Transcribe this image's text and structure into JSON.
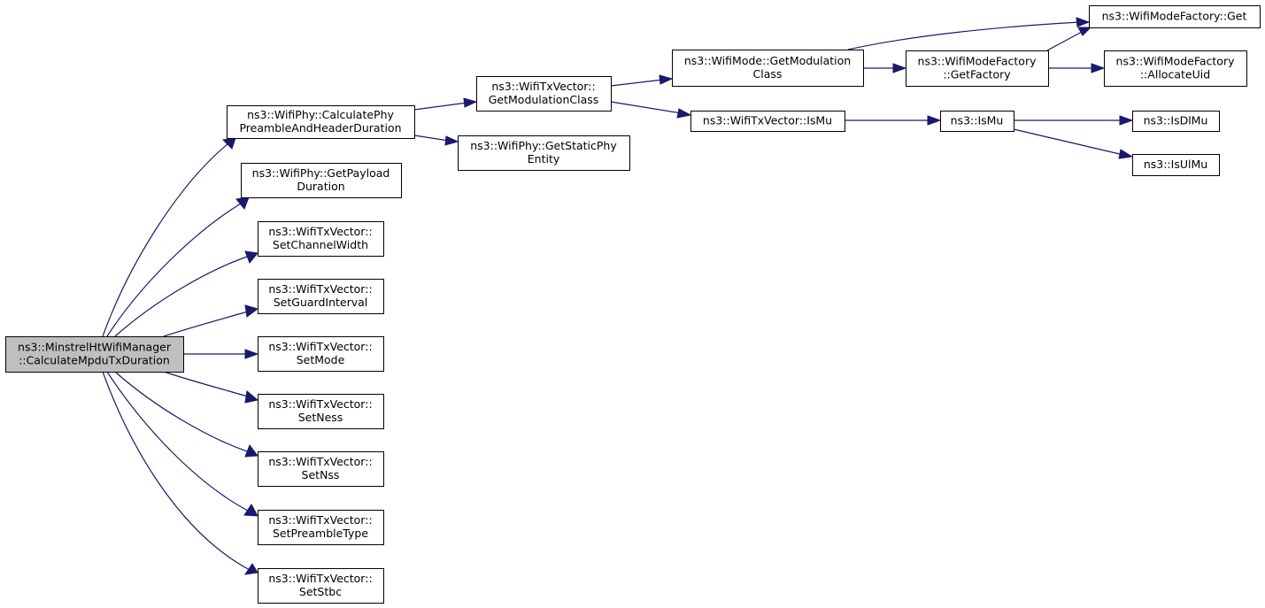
{
  "graph": {
    "edge_color": "#191970",
    "root_fill": "#bfbfbf",
    "nodes": [
      {
        "id": "root",
        "lines": [
          "ns3::MinstrelHtWifiManager",
          "::CalculateMpduTxDuration"
        ],
        "root": true
      },
      {
        "id": "calcPreamble",
        "lines": [
          "ns3::WifiPhy::CalculatePhy",
          "PreambleAndHeaderDuration"
        ]
      },
      {
        "id": "getPayload",
        "lines": [
          "ns3::WifiPhy::GetPayload",
          "Duration"
        ]
      },
      {
        "id": "setChannelWidth",
        "lines": [
          "ns3::WifiTxVector::",
          "SetChannelWidth"
        ]
      },
      {
        "id": "setGuardInterval",
        "lines": [
          "ns3::WifiTxVector::",
          "SetGuardInterval"
        ]
      },
      {
        "id": "setMode",
        "lines": [
          "ns3::WifiTxVector::",
          "SetMode"
        ]
      },
      {
        "id": "setNess",
        "lines": [
          "ns3::WifiTxVector::",
          "SetNess"
        ]
      },
      {
        "id": "setNss",
        "lines": [
          "ns3::WifiTxVector::",
          "SetNss"
        ]
      },
      {
        "id": "setPreambleType",
        "lines": [
          "ns3::WifiTxVector::",
          "SetPreambleType"
        ]
      },
      {
        "id": "setStbc",
        "lines": [
          "ns3::WifiTxVector::",
          "SetStbc"
        ]
      },
      {
        "id": "getModClassTx",
        "lines": [
          "ns3::WifiTxVector::",
          "GetModulationClass"
        ]
      },
      {
        "id": "getStaticPhy",
        "lines": [
          "ns3::WifiPhy::GetStaticPhy",
          "Entity"
        ]
      },
      {
        "id": "getModClassMode",
        "lines": [
          "ns3::WifiMode::GetModulation",
          "Class"
        ]
      },
      {
        "id": "isMuTx",
        "lines": [
          "ns3::WifiTxVector::IsMu"
        ]
      },
      {
        "id": "getFactory",
        "lines": [
          "ns3::WifiModeFactory",
          "::GetFactory"
        ]
      },
      {
        "id": "factoryGet",
        "lines": [
          "ns3::WifiModeFactory::Get"
        ]
      },
      {
        "id": "allocateUid",
        "lines": [
          "ns3::WifiModeFactory",
          "::AllocateUid"
        ]
      },
      {
        "id": "isMu",
        "lines": [
          "ns3::IsMu"
        ]
      },
      {
        "id": "isDlMu",
        "lines": [
          "ns3::IsDlMu"
        ]
      },
      {
        "id": "isUlMu",
        "lines": [
          "ns3::IsUlMu"
        ]
      }
    ],
    "edges": [
      {
        "from": "root",
        "to": "calcPreamble"
      },
      {
        "from": "root",
        "to": "getPayload"
      },
      {
        "from": "root",
        "to": "setChannelWidth"
      },
      {
        "from": "root",
        "to": "setGuardInterval"
      },
      {
        "from": "root",
        "to": "setMode"
      },
      {
        "from": "root",
        "to": "setNess"
      },
      {
        "from": "root",
        "to": "setNss"
      },
      {
        "from": "root",
        "to": "setPreambleType"
      },
      {
        "from": "root",
        "to": "setStbc"
      },
      {
        "from": "calcPreamble",
        "to": "getModClassTx"
      },
      {
        "from": "calcPreamble",
        "to": "getStaticPhy"
      },
      {
        "from": "getModClassTx",
        "to": "getModClassMode"
      },
      {
        "from": "getModClassTx",
        "to": "isMuTx"
      },
      {
        "from": "getModClassMode",
        "to": "factoryGet"
      },
      {
        "from": "getModClassMode",
        "to": "getFactory"
      },
      {
        "from": "getFactory",
        "to": "factoryGet"
      },
      {
        "from": "getFactory",
        "to": "allocateUid"
      },
      {
        "from": "isMuTx",
        "to": "isMu"
      },
      {
        "from": "isMu",
        "to": "isDlMu"
      },
      {
        "from": "isMu",
        "to": "isUlMu"
      }
    ]
  }
}
